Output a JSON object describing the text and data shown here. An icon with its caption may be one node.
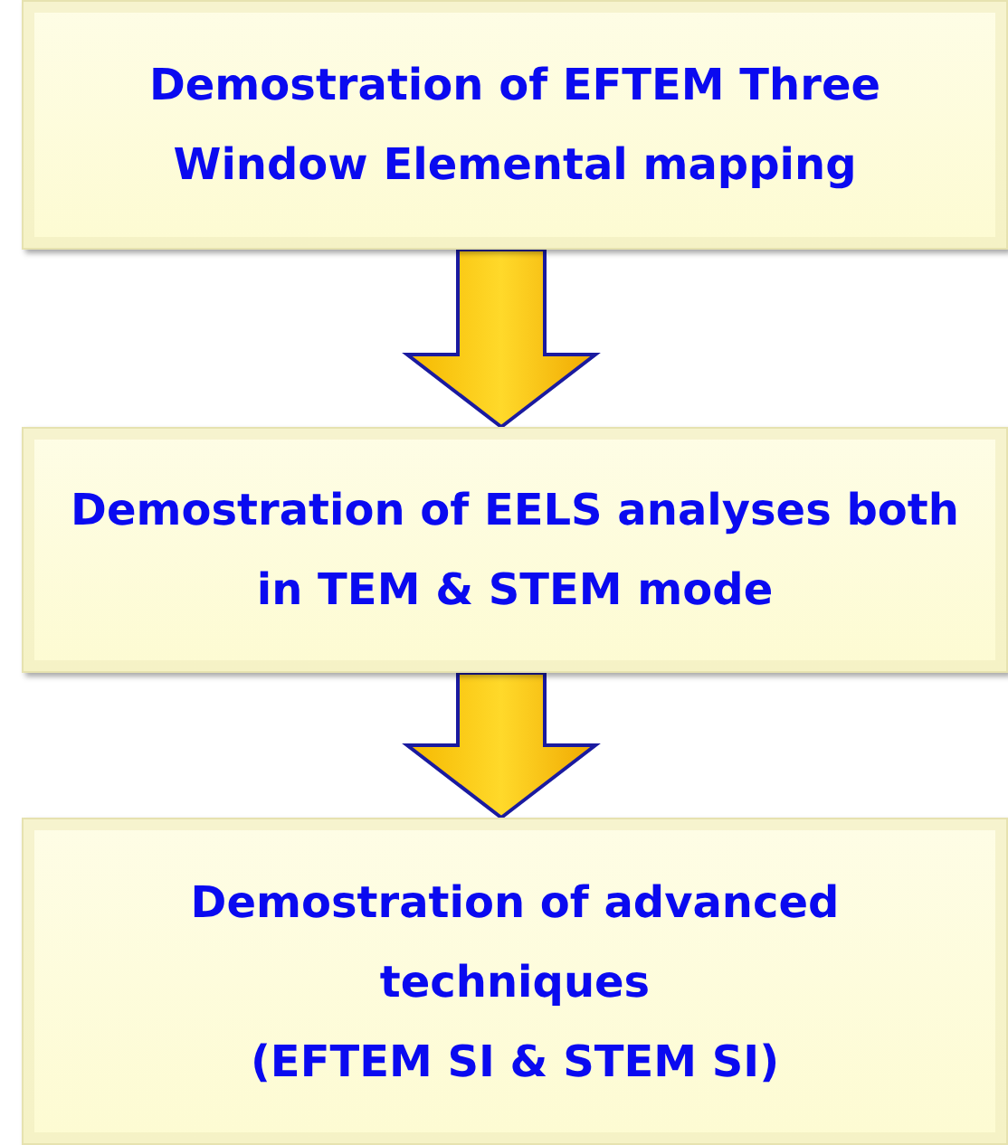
{
  "diagram": {
    "nodes": [
      {
        "text": [
          "Demostration of EFTEM Three Window Elemental mapping"
        ]
      },
      {
        "text": [
          "Demostration of EELS analyses both in TEM & STEM mode"
        ]
      },
      {
        "text": [
          "Demostration of advanced techniques",
          "(EFTEM SI & STEM SI)"
        ]
      }
    ],
    "edges": [
      {
        "from": 0,
        "to": 1,
        "arrow": "to"
      },
      {
        "from": 1,
        "to": 2,
        "arrow": "to"
      }
    ]
  }
}
